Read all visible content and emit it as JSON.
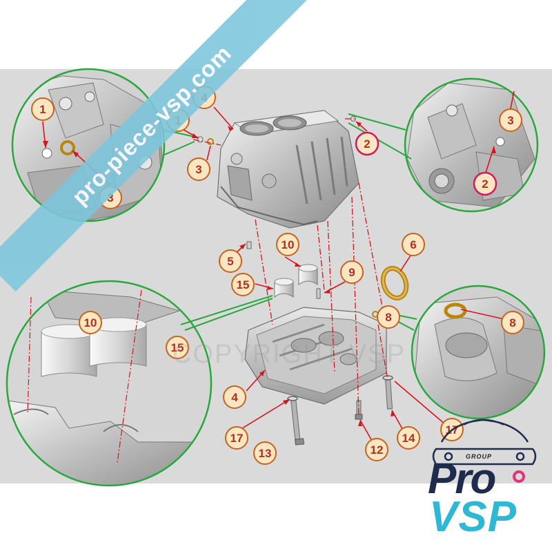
{
  "watermark": "pro-piece-vsp.com",
  "copyright_watermark": "COPYRIGHT VSP",
  "callouts": {
    "c1a": "1",
    "c1b": "1",
    "c2a": "2",
    "c2b": "2",
    "c3a": "3",
    "c3b": "3",
    "c3c": "3",
    "c4a": "4",
    "c4b": "4",
    "c5": "5",
    "c6": "6",
    "c8a": "8",
    "c8b": "8",
    "c9": "9",
    "c10a": "10",
    "c10b": "10",
    "c12": "12",
    "c13": "13",
    "c14": "14",
    "c15a": "15",
    "c15b": "15",
    "c17a": "17",
    "c17b": "17"
  },
  "logo": {
    "group": "GROUP",
    "pro": "Pro",
    "vsp": "VSP"
  },
  "colors": {
    "panel_background": "#dadada",
    "callout_fill": "#fbe6c4",
    "callout_border": "#c9621b",
    "callout_text": "#b0301a",
    "highlight_border": "#d11a5a",
    "detail_circle_border": "#28a83c",
    "leader_line": "#d8141c",
    "watermark_band": "#7cc6dd",
    "logo_dark": "#1f2b4d",
    "logo_cyan": "#2fb8d3"
  }
}
